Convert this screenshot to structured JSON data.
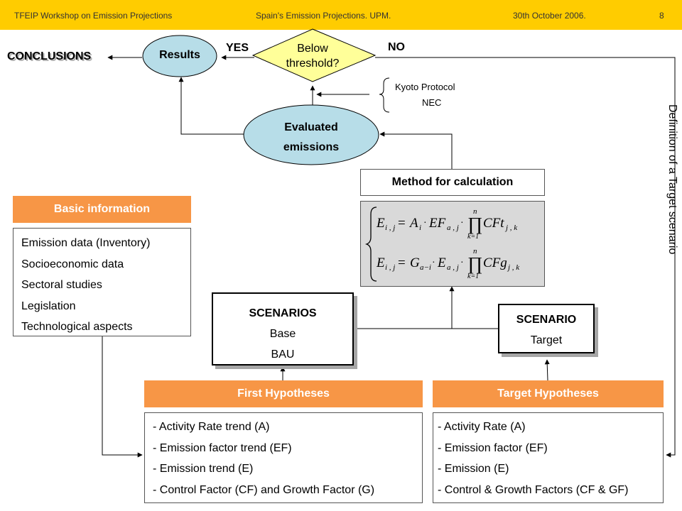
{
  "header": {
    "left": "TFEIP Workshop on Emission Projections",
    "center": "Spain's Emission Projections. UPM.",
    "date": "30th October 2006.",
    "page": "8"
  },
  "colors": {
    "header_bar": "#ffcc00",
    "orange": "#f79646",
    "ellipse": "#b7dde8",
    "decision": "#ffff99",
    "formula_bg": "#d9d9d9"
  },
  "conclusions": "CONCLUSIONS",
  "results": "Results",
  "decision": {
    "line1": "Below",
    "line2": "threshold?",
    "yes": "YES",
    "no": "NO"
  },
  "kyoto": {
    "line1": "Kyoto Protocol",
    "line2": "NEC"
  },
  "evaluated": {
    "line1": "Evaluated",
    "line2": "emissions"
  },
  "method": "Method for calculation",
  "definition": "Definition of a Target scenario",
  "basic": {
    "title": "Basic information",
    "items": [
      "Emission data (Inventory)",
      "Socioeconomic data",
      "Sectoral studies",
      "Legislation",
      "Technological aspects"
    ]
  },
  "scenarios": {
    "title": "SCENARIOS",
    "line1": "Base",
    "line2": "BAU"
  },
  "scenario_target": {
    "title": "SCENARIO",
    "line1": "Target"
  },
  "first": {
    "title": "First Hypotheses",
    "items": [
      "- Activity Rate trend (A)",
      "- Emission factor trend (EF)",
      "- Emission trend (E)",
      "- Control Factor (CF) and Growth Factor (G)"
    ]
  },
  "target": {
    "title": "Target Hypotheses",
    "items": [
      "- Activity Rate (A)",
      "- Emission factor (EF)",
      "- Emission (E)",
      "- Control & Growth Factors (CF & GF)"
    ]
  }
}
